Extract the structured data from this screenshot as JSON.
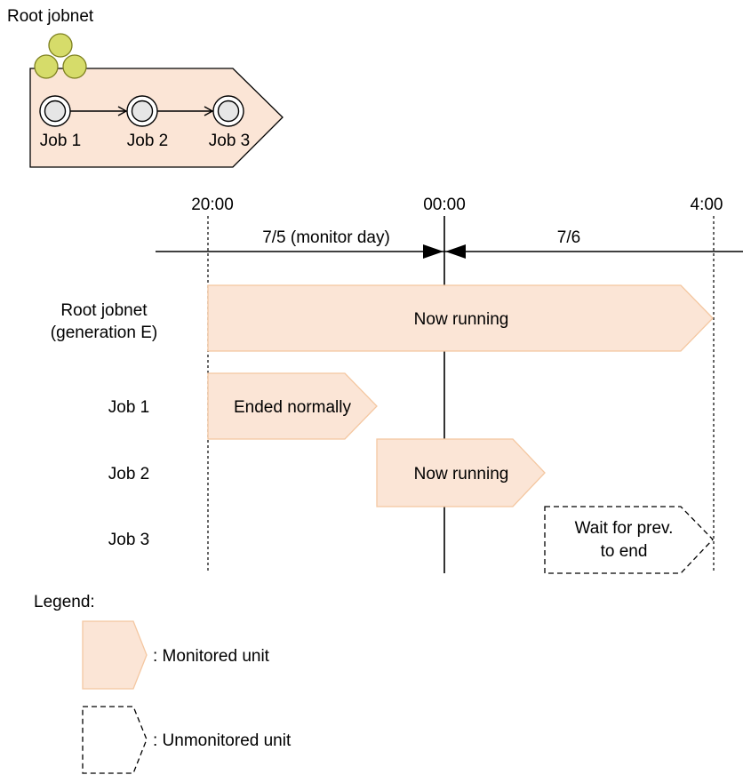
{
  "colors": {
    "unit_fill": "#fbe5d6",
    "unit_stroke": "#f4c7a1",
    "job_icon_fill": "#e6e6e6",
    "jobnet_icon_fill": "#d6dc6a",
    "jobnet_icon_stroke": "#7c7f1f",
    "line": "#000000"
  },
  "jobnet_diagram": {
    "title": "Root jobnet",
    "jobs": [
      "Job 1",
      "Job 2",
      "Job 3"
    ]
  },
  "timeline": {
    "times": [
      "20:00",
      "00:00",
      "4:00"
    ],
    "day1_label": "7/5 (monitor day)",
    "day2_label": "7/6"
  },
  "rows": [
    {
      "label_lines": [
        "Root jobnet",
        "(generation E)"
      ],
      "status_lines": [
        "Now running"
      ],
      "monitored": true
    },
    {
      "label_lines": [
        "Job 1"
      ],
      "status_lines": [
        "Ended normally"
      ],
      "monitored": true
    },
    {
      "label_lines": [
        "Job 2"
      ],
      "status_lines": [
        "Now running"
      ],
      "monitored": true
    },
    {
      "label_lines": [
        "Job 3"
      ],
      "status_lines": [
        "Wait for prev.",
        "to end"
      ],
      "monitored": false
    }
  ],
  "legend": {
    "title": "Legend:",
    "monitored": ": Monitored unit",
    "unmonitored": ": Unmonitored unit"
  }
}
